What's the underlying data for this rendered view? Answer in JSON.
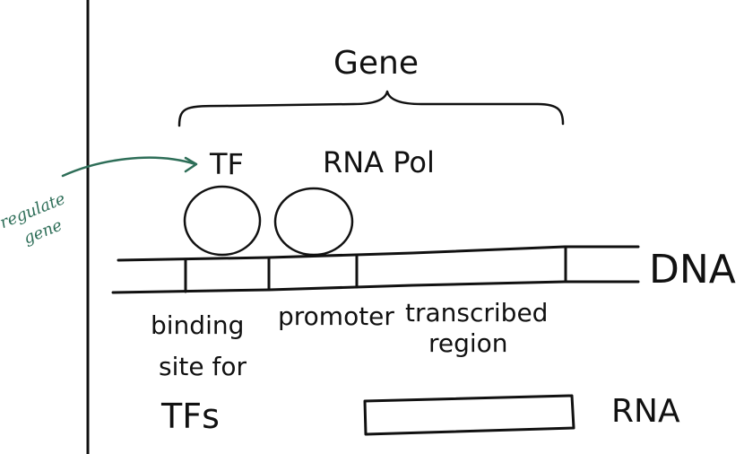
{
  "labels": {
    "gene": "Gene",
    "tf": "TF",
    "rna_pol": "RNA Pol",
    "dna": "DNA",
    "binding_site_line1": "binding",
    "binding_site_line2": "site for",
    "binding_site_line3": "TFs",
    "promoter": "promoter",
    "transcribed_line1": "transcribed",
    "transcribed_line2": "region",
    "rna": "RNA",
    "regulate_line1": "regulate",
    "regulate_line2": "gene"
  },
  "colors": {
    "ink": "#111111",
    "annotation": "#2e6e58",
    "background": "#ffffff"
  }
}
